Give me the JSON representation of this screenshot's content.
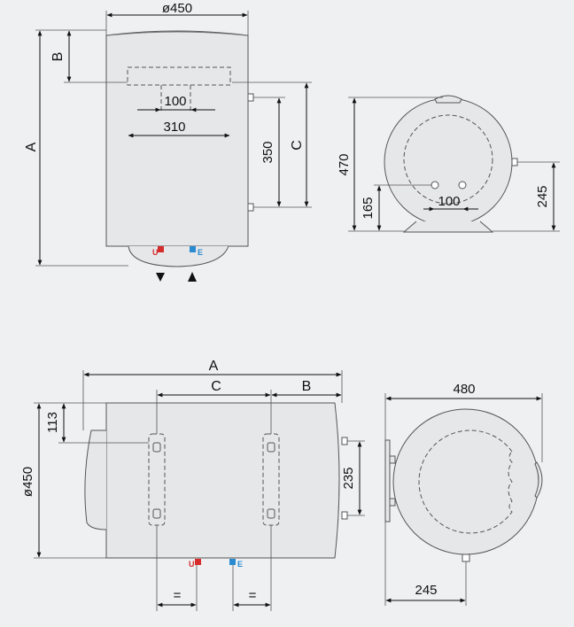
{
  "colors": {
    "background": "#eef0f2",
    "body_fill": "#e6e7e9",
    "stroke": "#555555",
    "hot_marker": "#d62c2c",
    "cold_marker": "#2a8bd1"
  },
  "vertical_front": {
    "diameter": "ø450",
    "a": "A",
    "b": "B",
    "c": "C",
    "pipe_spacing": "100",
    "bracket_width": "310",
    "inlet_spacing": "350",
    "hot_label": "U",
    "cold_label": "E"
  },
  "vertical_side": {
    "height": "470",
    "base_height": "165",
    "pipe_spacing": "100",
    "outlet_height": "245"
  },
  "horizontal_front": {
    "a": "A",
    "b": "B",
    "c": "C",
    "top_offset": "113",
    "diameter": "ø450",
    "inlet_spacing": "235",
    "hot_label": "U",
    "cold_label": "E",
    "equal_left": "=",
    "equal_right": "="
  },
  "horizontal_side": {
    "width": "480",
    "outlet_offset": "245"
  }
}
